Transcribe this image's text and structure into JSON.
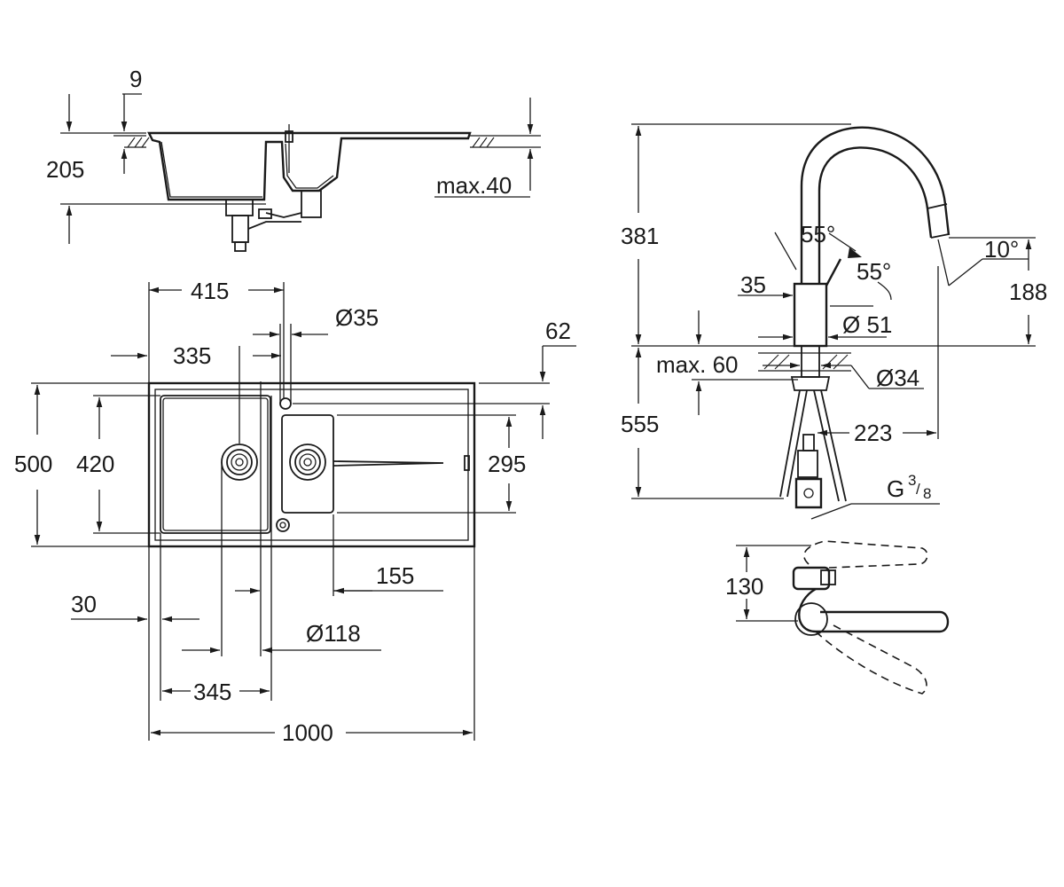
{
  "colors": {
    "line": "#1a1a1a",
    "background": "#ffffff"
  },
  "side_view": {
    "rim_thickness": "9",
    "depth": "205",
    "max_worktop": "max.40"
  },
  "top_view": {
    "tap_spacing": "415",
    "tap_hole": "Ø35",
    "drain_offset": "335",
    "back_edge": "62",
    "overall_depth": "500",
    "bowl_depth": "420",
    "small_bowl_depth": "295",
    "small_bowl_width": "155",
    "edge_margin": "30",
    "waste_diameter": "Ø118",
    "bowl_width": "345",
    "overall_width": "1000"
  },
  "tap_view": {
    "height": "381",
    "spout_swivel": "55°",
    "handle_angle": "55°",
    "handle_offset": "35",
    "body_diameter": "Ø 51",
    "spray_angle": "10°",
    "spout_height": "188",
    "max_deck": "max. 60",
    "shank_diameter": "Ø34",
    "hose_length": "555",
    "reach": "223",
    "thread": "G",
    "thread_num": "3",
    "thread_den": "8"
  },
  "plan_view": {
    "lever_projection": "130"
  }
}
